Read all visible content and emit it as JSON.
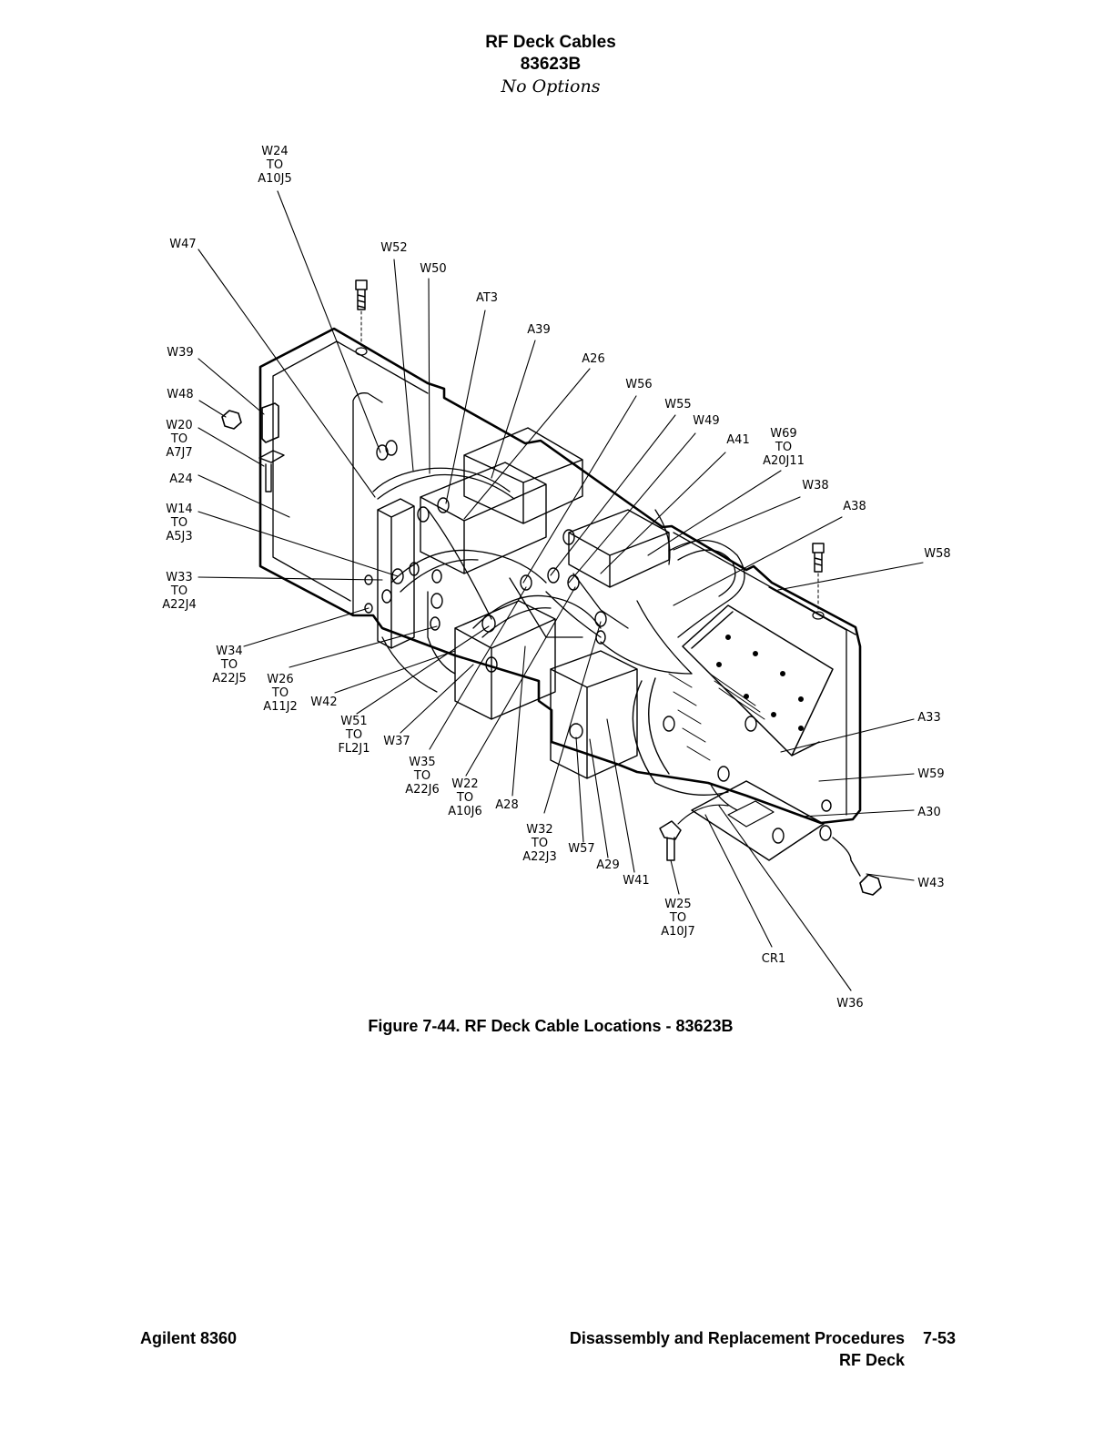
{
  "header": {
    "title": "RF Deck Cables",
    "model": "83623B",
    "options": "No Options"
  },
  "figure": {
    "labels": {
      "w24": [
        "W24",
        "TO",
        "A10J5"
      ],
      "w47": [
        "W47"
      ],
      "w52": [
        "W52"
      ],
      "w50": [
        "W50"
      ],
      "at3": [
        "AT3"
      ],
      "a39": [
        "A39"
      ],
      "a26": [
        "A26"
      ],
      "w56": [
        "W56"
      ],
      "w55": [
        "W55"
      ],
      "w49": [
        "W49"
      ],
      "a41": [
        "A41"
      ],
      "w69": [
        "W69",
        "TO",
        "A20J11"
      ],
      "w38": [
        "W38"
      ],
      "a38": [
        "A38"
      ],
      "w58": [
        "W58"
      ],
      "w39": [
        "W39"
      ],
      "w48": [
        "W48"
      ],
      "w20": [
        "W20",
        "TO",
        "A7J7"
      ],
      "a24": [
        "A24"
      ],
      "w14": [
        "W14",
        "TO",
        "A5J3"
      ],
      "w33": [
        "W33",
        "TO",
        "A22J4"
      ],
      "w34": [
        "W34",
        "TO",
        "A22J5"
      ],
      "w26": [
        "W26",
        "TO",
        "A11J2"
      ],
      "w42": [
        "W42"
      ],
      "w51": [
        "W51",
        "TO",
        "FL2J1"
      ],
      "w37": [
        "W37"
      ],
      "w35": [
        "W35",
        "TO",
        "A22J6"
      ],
      "w22": [
        "W22",
        "TO",
        "A10J6"
      ],
      "a28": [
        "A28"
      ],
      "w32": [
        "W32",
        "TO",
        "A22J3"
      ],
      "w57": [
        "W57"
      ],
      "a29": [
        "A29"
      ],
      "w41": [
        "W41"
      ],
      "w25": [
        "W25",
        "TO",
        "A10J7"
      ],
      "cr1": [
        "CR1"
      ],
      "w36": [
        "W36"
      ],
      "a33": [
        "A33"
      ],
      "w59": [
        "W59"
      ],
      "a30": [
        "A30"
      ],
      "w43": [
        "W43"
      ]
    }
  },
  "caption": "Figure 7-44. RF Deck Cable Locations - 83623B",
  "footer": {
    "left": "Agilent 8360",
    "section": "Disassembly and Replacement Procedures",
    "page": "7-53",
    "subsection": "RF Deck"
  }
}
